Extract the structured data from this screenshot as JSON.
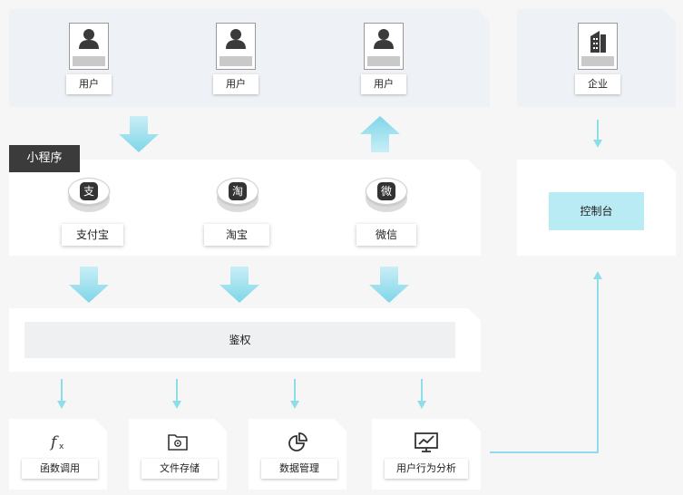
{
  "users": [
    "用户",
    "用户",
    "用户"
  ],
  "enterprise": "企业",
  "mini_program": "小程序",
  "apps": [
    {
      "label": "支付宝",
      "icon": "alipay-icon",
      "glyph": "支"
    },
    {
      "label": "淘宝",
      "icon": "taobao-icon",
      "glyph": "淘"
    },
    {
      "label": "微信",
      "icon": "wechat-icon",
      "glyph": "微"
    }
  ],
  "auth": "鉴权",
  "console": "控制台",
  "services": [
    {
      "label": "函数调用",
      "icon": "function-icon"
    },
    {
      "label": "文件存储",
      "icon": "folder-settings-icon"
    },
    {
      "label": "数据管理",
      "icon": "pie-chart-icon"
    },
    {
      "label": "用户行为分析",
      "icon": "monitor-trend-icon"
    }
  ],
  "colors": {
    "arrow": "#8fdceb",
    "line": "#8fdceb",
    "console_fill": "#b9ebf4",
    "panel_top": "#eef2f6"
  }
}
